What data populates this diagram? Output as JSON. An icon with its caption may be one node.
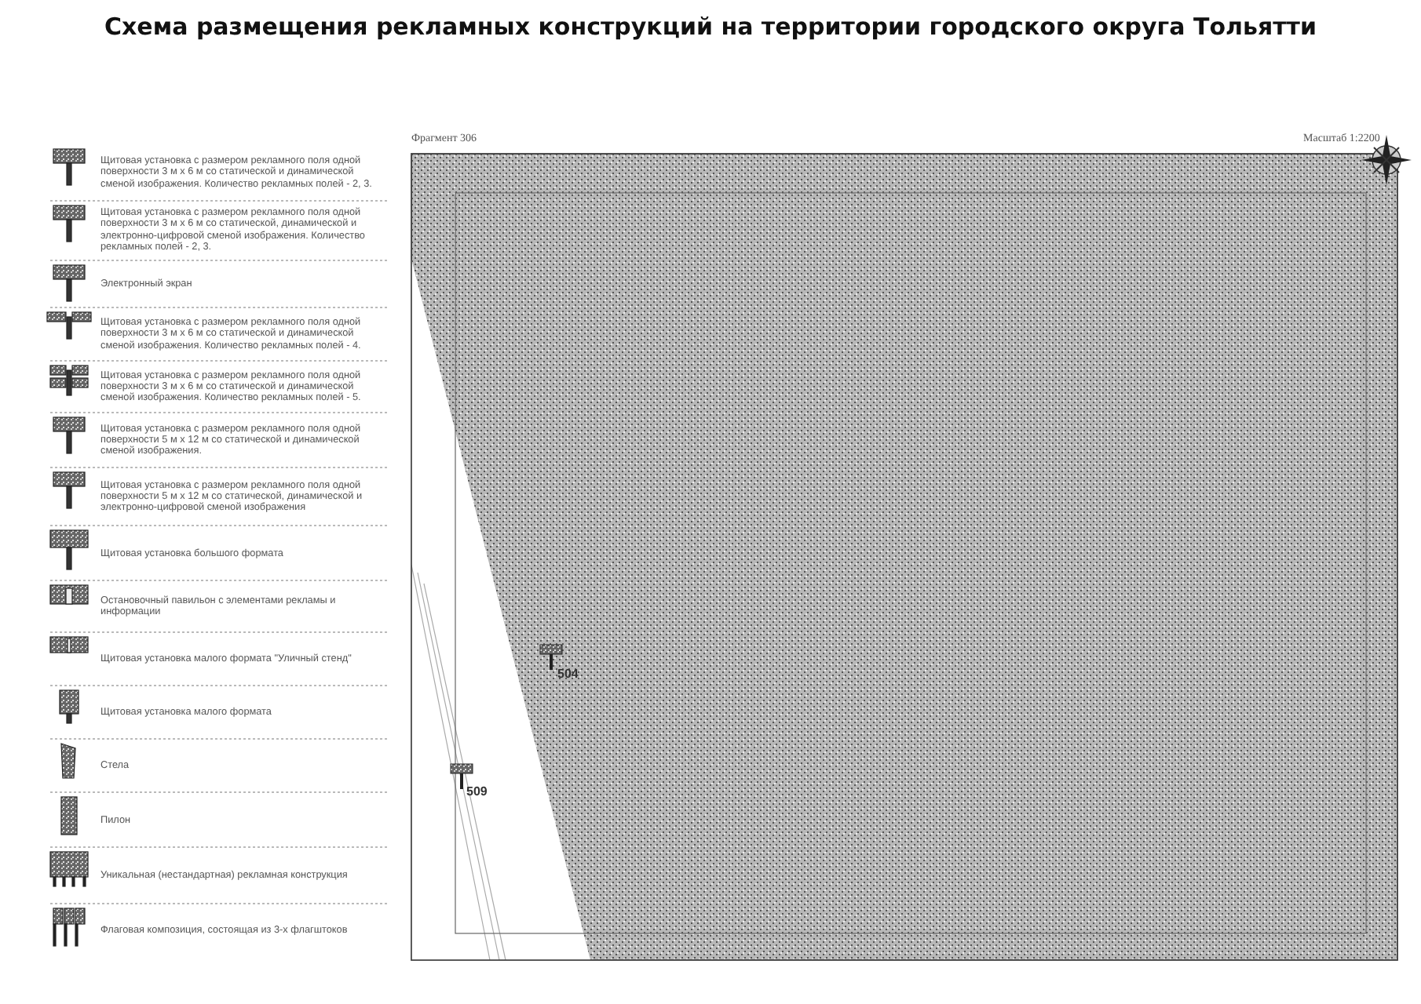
{
  "diagram": {
    "title": "Схема размещения рекламных конструкций на территории городского округа Тольятти",
    "labels": [
      "Фрагмент 306",
      "Масштаб 1:2200",
      "504",
      "509"
    ],
    "legend": [
      {
        "text": "Щитовая установка с размером рекламного поля одной поверхности 3 м х 6 м со статической и динамической сменой изображения. Количество рекламных полей - 2, 3."
      },
      {
        "text": "Щитовая установка с размером рекламного поля одной поверхности 3 м х 6 м со статической, динамической и электронно-цифровой сменой изображения. Количество рекламных полей - 2, 3."
      },
      {
        "text": "Электронный экран"
      },
      {
        "text": "Щитовая установка с размером рекламного поля одной поверхности 3 м х 6 м со статической и динамической сменой изображения. Количество рекламных полей - 4."
      },
      {
        "text": "Щитовая установка с размером рекламного поля одной поверхности 3 м х 6 м со статической и динамической сменой изображения. Количество рекламных полей - 5."
      },
      {
        "text": "Щитовая установка с размером рекламного поля одной поверхности 5 м х 12 м со статической и динамической сменой изображения."
      },
      {
        "text": "Щитовая установка с размером рекламного поля одной поверхности 5 м х 12 м со статической, динамической и электронно-цифровой сменой изображения"
      },
      {
        "text": "Щитовая установка большого формата"
      },
      {
        "text": "Остановочный павильон с элементами рекламы и информации"
      },
      {
        "text": "Щитовая установка малого формата \"Уличный стенд\""
      },
      {
        "text": "Щитовая установка малого формата"
      },
      {
        "text": "Стела"
      },
      {
        "text": "Пилон"
      },
      {
        "text": "Уникальная (нестандартная) рекламная конструкция"
      },
      {
        "text": "Флаговая композиция, состоящая из 3-х флагштоков"
      }
    ]
  }
}
